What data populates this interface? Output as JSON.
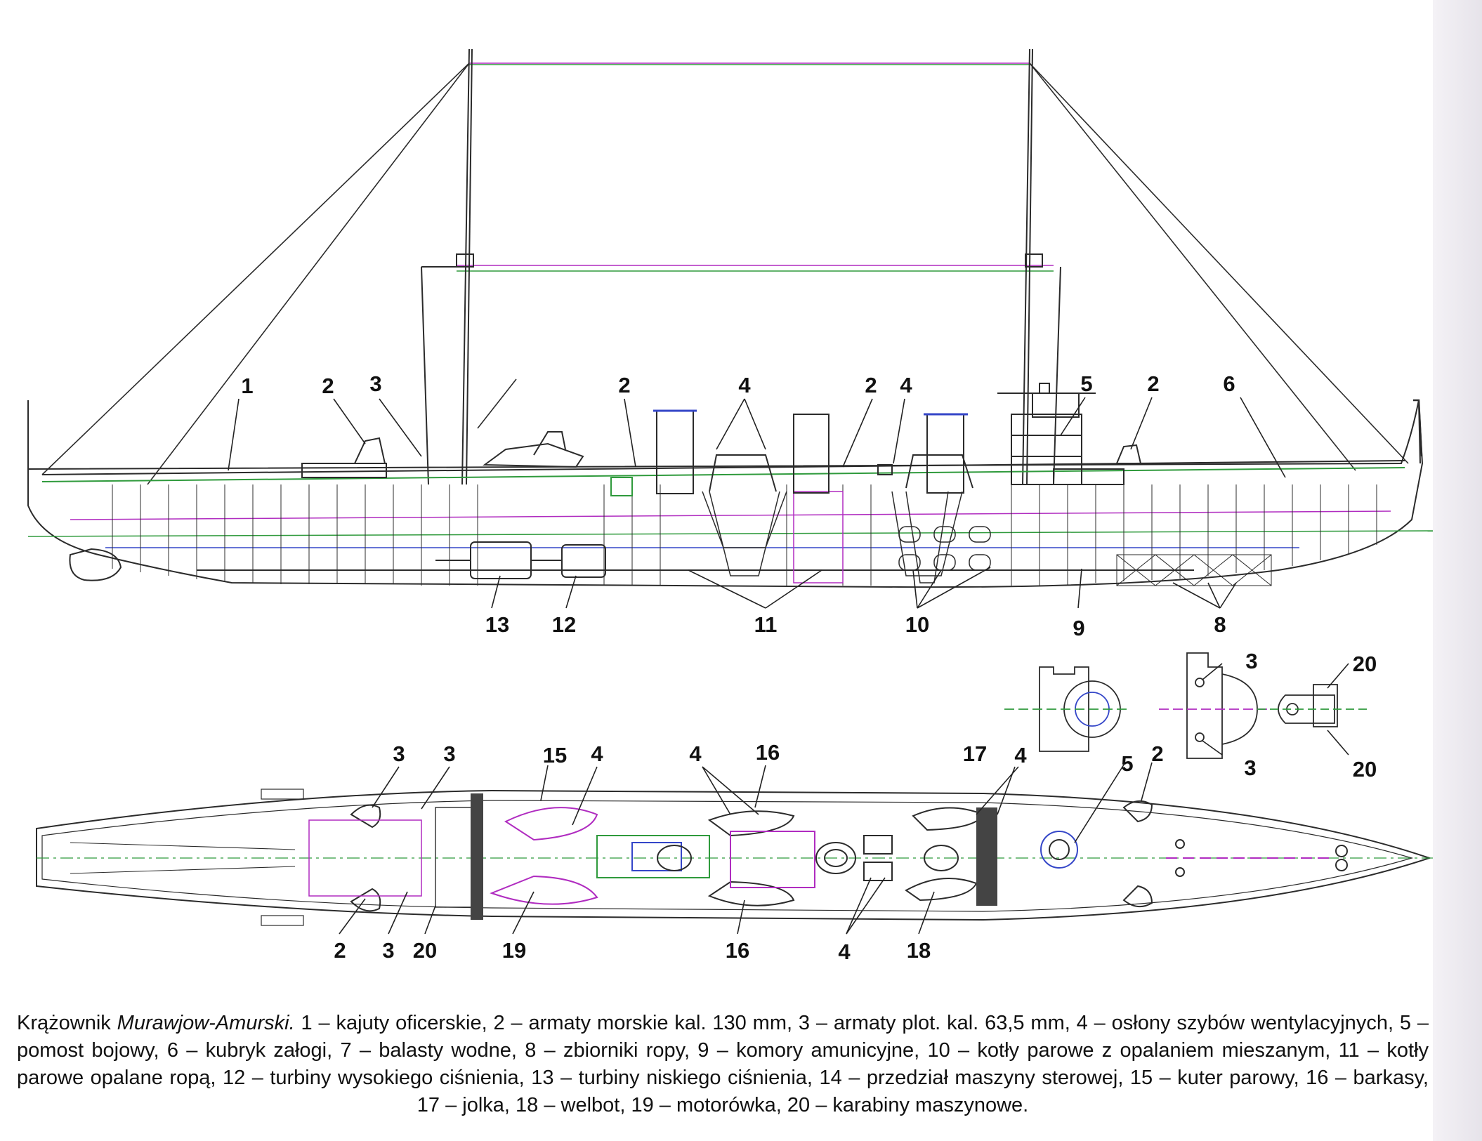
{
  "callouts": {
    "profile": {
      "c1": "1",
      "c2a": "2",
      "c3": "3",
      "c2b": "2",
      "c4a": "4",
      "c2c": "2",
      "c4b": "4",
      "c5": "5",
      "c2d": "2",
      "c6": "6",
      "c13": "13",
      "c12": "12",
      "c11": "11",
      "c10": "10",
      "c9": "9",
      "c8": "8"
    },
    "plan": {
      "c3a": "3",
      "c3b": "3",
      "c15": "15",
      "c4a": "4",
      "c4b": "4",
      "c16a": "16",
      "c17": "17",
      "c4c": "4",
      "c2a": "2",
      "c3c": "3",
      "c20": "20",
      "c19": "19",
      "c16b": "16",
      "c4d": "4",
      "c18": "18",
      "c5": "5",
      "c2b": "2"
    },
    "details": {
      "c3a": "3",
      "c3b": "3",
      "c20a": "20",
      "c20b": "20"
    }
  },
  "caption": {
    "lead": "Krążownik",
    "ship_name": "Murawjow-Amurski.",
    "legend": "1 – kajuty oficerskie, 2 – armaty morskie kal. 130 mm, 3 – armaty plot. kal. 63,5 mm, 4 – osłony szybów wentylacyjnych, 5 – pomost bojowy, 6 – kubryk załogi, 7 – balasty wodne, 8 – zbiorniki ropy, 9 – komory amunicyjne, 10 – kotły parowe z opalaniem mieszanym, 11 – kotły parowe opalane ropą, 12 – turbiny wysokiego ciśnienia, 13 – turbiny niskiego ciśnienia, 14 – przedział maszyny sterowej, 15 – kuter parowy, 16 – barkasy, 17 – jolka, 18 – welbot, 19 – motorówka, 20 – karabiny maszynowe."
  },
  "colors": {
    "line": "#2b2b2b",
    "green": "#2f9a3c",
    "magenta": "#b02cc0",
    "blue": "#3446c8",
    "orange": "#d58a1a"
  }
}
